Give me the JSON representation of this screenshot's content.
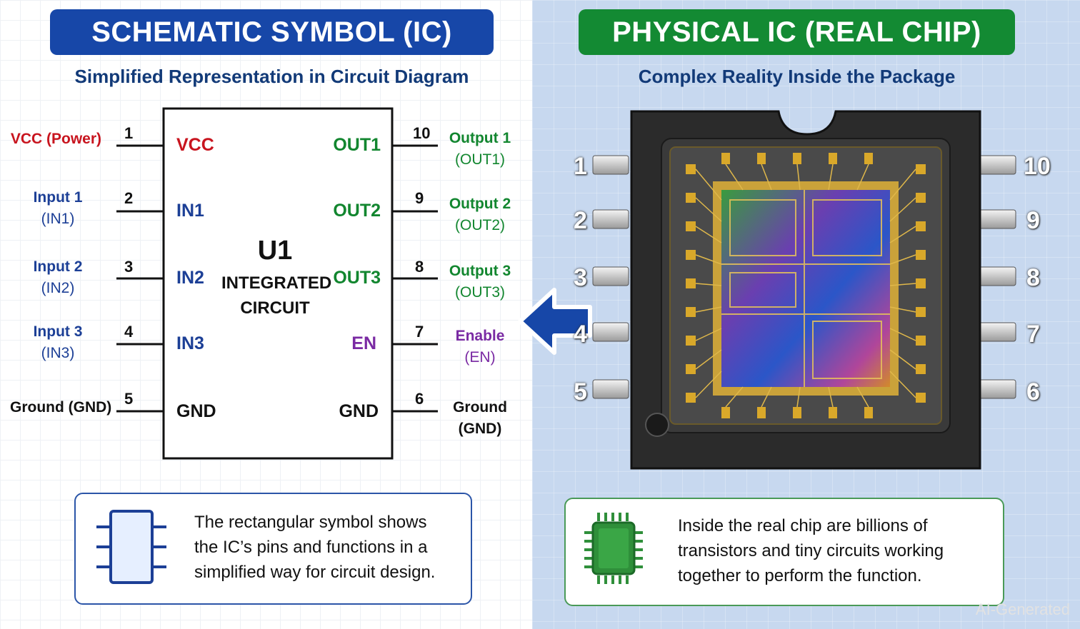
{
  "left": {
    "title": "SCHEMATIC SYMBOL (IC)",
    "subtitle": "Simplified Representation in Circuit Diagram",
    "ic_name": "U1",
    "ic_type_line1": "INTEGRATED",
    "ic_type_line2": "CIRCUIT",
    "pins": {
      "p1": {
        "number": "1",
        "label": "VCC",
        "ext": "VCC (Power)"
      },
      "p2": {
        "number": "2",
        "label": "IN1",
        "ext1": "Input 1",
        "ext2": "(IN1)"
      },
      "p3": {
        "number": "3",
        "label": "IN2",
        "ext1": "Input 2",
        "ext2": "(IN2)"
      },
      "p4": {
        "number": "4",
        "label": "IN3",
        "ext1": "Input 3",
        "ext2": "(IN3)"
      },
      "p5": {
        "number": "5",
        "label": "GND",
        "ext": "Ground (GND)"
      },
      "p10": {
        "number": "10",
        "label": "OUT1",
        "ext1": "Output 1",
        "ext2": "(OUT1)"
      },
      "p9": {
        "number": "9",
        "label": "OUT2",
        "ext1": "Output 2",
        "ext2": "(OUT2)"
      },
      "p8": {
        "number": "8",
        "label": "OUT3",
        "ext1": "Output 3",
        "ext2": "(OUT3)"
      },
      "p7": {
        "number": "7",
        "label": "EN",
        "ext1": "Enable",
        "ext2": "(EN)"
      },
      "p6": {
        "number": "6",
        "label": "GND",
        "ext1": "Ground",
        "ext2": "(GND)"
      }
    },
    "info": {
      "line1": "The rectangular symbol shows",
      "line2": "the IC’s pins and functions in a",
      "line3": "simplified way for circuit design."
    }
  },
  "right": {
    "title": "PHYSICAL IC (REAL CHIP)",
    "subtitle": "Complex Reality Inside the Package",
    "pin_numbers_left": [
      "1",
      "2",
      "3",
      "4",
      "5"
    ],
    "pin_numbers_right": [
      "10",
      "9",
      "8",
      "7",
      "6"
    ],
    "info": {
      "line1": "Inside the real chip are billions of",
      "line2": "transistors and tiny circuits working",
      "line3": "together to perform the function."
    }
  },
  "watermark": "AI-Generated",
  "colors": {
    "title_left_bg": "#1747a8",
    "title_right_bg": "#138a33",
    "power": "#c8141e",
    "input": "#1c3f96",
    "output": "#12862f",
    "enable": "#7a2aa3",
    "arrow": "#1747a8"
  }
}
